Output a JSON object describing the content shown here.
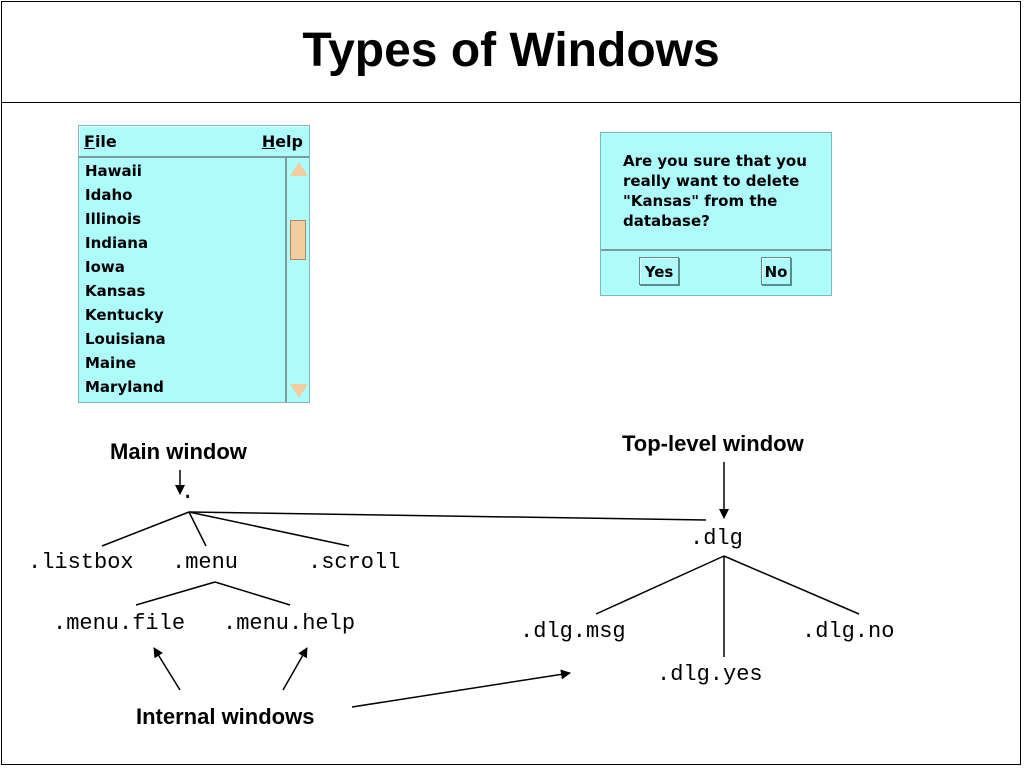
{
  "title": "Types of Windows",
  "main_window": {
    "menu": {
      "file": "File",
      "help": "Help"
    },
    "list_items": [
      "Hawaii",
      "Idaho",
      "Illinois",
      "Indiana",
      "Iowa",
      "Kansas",
      "Kentucky",
      "Louisiana",
      "Maine",
      "Maryland"
    ]
  },
  "dialog": {
    "message": "Are you sure that you\nreally want to delete\n\"Kansas\" from the\ndatabase?",
    "yes": "Yes",
    "no": "No"
  },
  "labels": {
    "main_window": "Main window",
    "top_level_window": "Top-level window",
    "internal_windows": "Internal windows"
  },
  "tree": {
    "root": ".",
    "listbox": ".listbox",
    "menu": ".menu",
    "scroll": ".scroll",
    "menu_file": ".menu.file",
    "menu_help": ".menu.help",
    "dlg": ".dlg",
    "dlg_msg": ".dlg.msg",
    "dlg_yes": ".dlg.yes",
    "dlg_no": ".dlg.no"
  }
}
